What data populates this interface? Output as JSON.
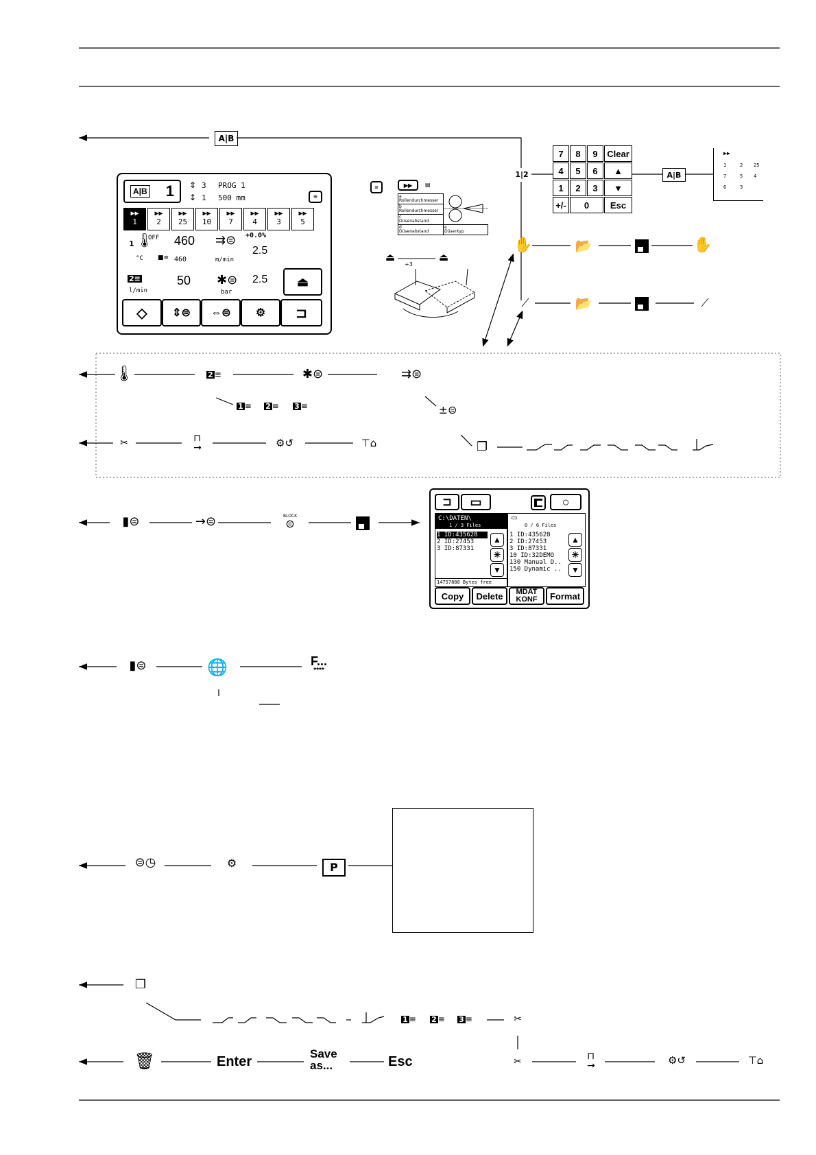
{
  "top_row": {
    "ab_icon": "A|B",
    "program_icon": "1|2"
  },
  "main_panel": {
    "program_no": "1",
    "line1_count": "3",
    "line1_name": "PROG 1",
    "line2_count": "1",
    "line2_len": "500 mm",
    "tabs": [
      {
        "label": "1",
        "selected": true
      },
      {
        "label": "2",
        "selected": false
      },
      {
        "label": "25",
        "selected": false
      },
      {
        "label": "10",
        "selected": false
      },
      {
        "label": "7",
        "selected": false
      },
      {
        "label": "4",
        "selected": false
      },
      {
        "label": "3",
        "selected": false
      },
      {
        "label": "5",
        "selected": false
      }
    ],
    "heater_no": "1",
    "heater_state": "OFF",
    "temp_value": "460",
    "temp_unit": "°C",
    "temp_set": "460",
    "speed_pct": "+0.0%",
    "speed_value": "2.5",
    "speed_unit": "m/min",
    "blower_value": "50",
    "blower_unit": "l/min",
    "pressure_value": "2.5",
    "pressure_unit": "bar"
  },
  "keypad": {
    "keys": [
      "7",
      "8",
      "9",
      "Clear",
      "4",
      "5",
      "6",
      "▲",
      "1",
      "2",
      "3",
      "▼",
      "+/-",
      "0",
      "Esc"
    ]
  },
  "program_list": {
    "values": [
      "1",
      "2",
      "25",
      "7",
      "5",
      "4",
      "6",
      "3"
    ]
  },
  "roller_screen": {
    "labels": [
      {
        "letter": "a",
        "text": "Rollendurchmesser"
      },
      {
        "letter": "b",
        "text": "Rollendurchmesser"
      },
      {
        "letter": "c",
        "text": "Düsenabstand"
      },
      {
        "letter": "d",
        "text": "Düsenabstand"
      },
      {
        "letter": "e",
        "text": "Düsentyp"
      }
    ],
    "pedal_label": "+3"
  },
  "sub_bullets": {
    "b1": "1",
    "b2": "2",
    "b3": "3"
  },
  "file_panel": {
    "left_path": "C:\\DATEN\\",
    "left_count": "1 / 3 Files",
    "left_files": [
      "1 ID:435628",
      "2 ID:27453",
      "3 ID:87331"
    ],
    "left_free": "14757888 Bytes free",
    "right_count": "0 / 6 Files",
    "right_files": [
      "1 ID:435628",
      "2 ID:27453",
      "3 ID:87331",
      "10 ID:32DEMO",
      "130 Manual D..",
      "150 Dynamic .."
    ],
    "buttons": [
      "Copy",
      "Delete",
      "MDAT\nKONF",
      "Format"
    ]
  },
  "row_f": {
    "f_label": "F...",
    "f_sub": "****"
  },
  "row_block": {
    "block_label": "BLOCK"
  },
  "row_p": {
    "p_label": "P"
  },
  "bottom_row": {
    "enter": "Enter",
    "save_as": "Save\nas...",
    "esc": "Esc"
  },
  "colors": {
    "ink": "#000000",
    "paper": "#ffffff",
    "dotted_frame": "#555555"
  }
}
